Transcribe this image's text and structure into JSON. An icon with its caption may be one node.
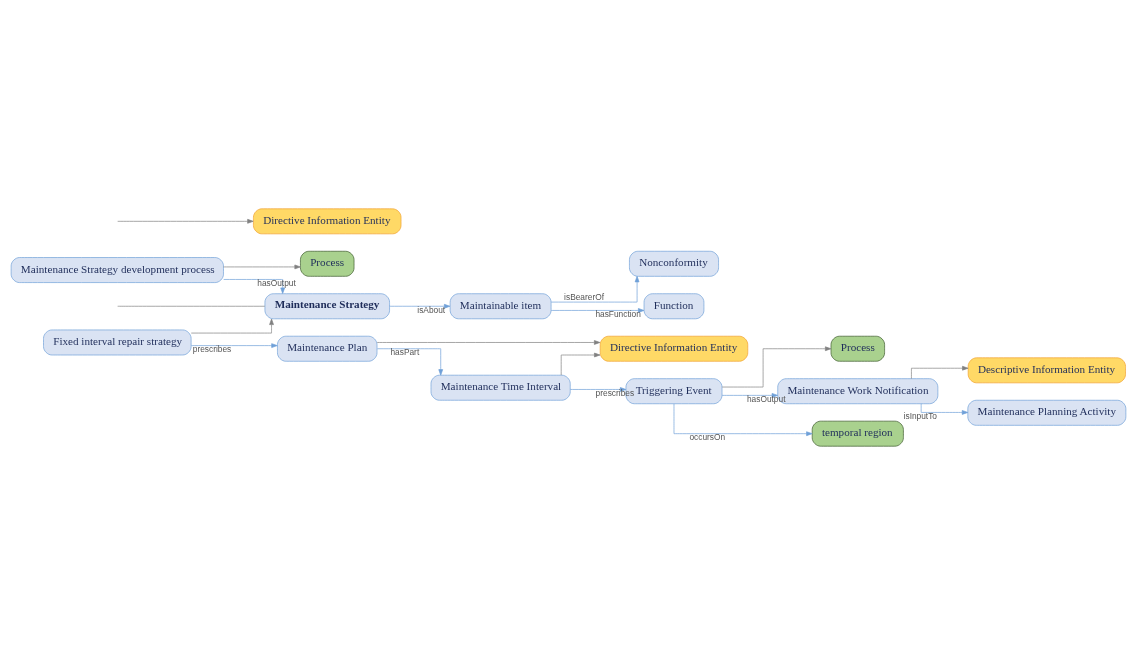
{
  "diagram": {
    "nodes": [
      {
        "text": [
          "Process"
        ]
      },
      {
        "text": [
          "Maintenance Strategy development process"
        ]
      },
      {
        "text": [
          "Maintainable item"
        ]
      },
      {
        "text": [
          "Nonconformity"
        ]
      },
      {
        "text": [
          "Function"
        ]
      },
      {
        "text": [
          "Maintenance Strategy"
        ]
      },
      {
        "text": [
          "Fixed interval repair strategy"
        ]
      },
      {
        "text": [
          "Directive Information Entity"
        ]
      },
      {
        "text": [
          "Process"
        ]
      },
      {
        "text": [
          "Maintenance Plan"
        ]
      },
      {
        "text": [
          "Maintenance Time Interval"
        ]
      },
      {
        "text": [
          "Triggering Event"
        ]
      },
      {
        "text": [
          "Directive Information Entity"
        ]
      },
      {
        "text": [
          "Descriptive Information Entity"
        ]
      },
      {
        "text": [
          "Maintenance Planning Activity"
        ]
      },
      {
        "text": [
          "Maintenance Work Notification"
        ]
      },
      {
        "text": [
          "temporal region"
        ]
      }
    ],
    "edges": [
      {
        "from": 1,
        "to": 0,
        "arrow": "to",
        "color": "#808080"
      },
      {
        "from": 1,
        "to": 5,
        "arrow": "to",
        "label": "hasOutput"
      },
      {
        "from": 5,
        "to": 2,
        "arrow": "to",
        "label": "isAbout"
      },
      {
        "from": 2,
        "to": 3,
        "arrow": "to",
        "label": "isBearerOf"
      },
      {
        "from": 2,
        "to": 4,
        "arrow": "to",
        "label": "hasFunction"
      },
      {
        "from": null,
        "to": 5,
        "arrow": "none",
        "color": "#808080"
      },
      {
        "from": 6,
        "to": 5,
        "arrow": "to",
        "color": "#808080"
      },
      {
        "from": 6,
        "to": 9,
        "arrow": "to",
        "label": "prescribes"
      },
      {
        "from": 9,
        "to": 7,
        "arrow": "to",
        "color": "#808080"
      },
      {
        "from": 9,
        "to": 10,
        "arrow": "to",
        "label": "hasPart"
      },
      {
        "from": 10,
        "to": 7,
        "arrow": "to",
        "color": "#808080"
      },
      {
        "from": 10,
        "to": 11,
        "arrow": "to",
        "label": "prescribes"
      },
      {
        "from": 11,
        "to": 8,
        "arrow": "to",
        "color": "#808080"
      },
      {
        "from": 11,
        "to": 16,
        "arrow": "to",
        "label": "occursOn"
      },
      {
        "from": null,
        "to": 12,
        "arrow": "to",
        "color": "#808080"
      },
      {
        "from": 15,
        "to": 13,
        "arrow": "to",
        "color": "#808080"
      },
      {
        "from": 11,
        "to": 15,
        "arrow": "to",
        "label": "hasOutput"
      },
      {
        "from": 15,
        "to": 14,
        "arrow": "to",
        "label": "isInputTo"
      }
    ]
  }
}
